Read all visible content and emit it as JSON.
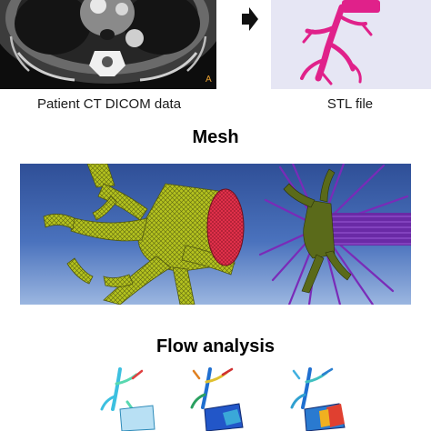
{
  "top_row": {
    "ct_caption": "Patient CT DICOM data",
    "ct_corner_letter": "A",
    "stl_caption": "STL file"
  },
  "sections": {
    "mesh_title": "Mesh",
    "flow_title": "Flow analysis"
  },
  "colors": {
    "stl_model": "#e0218a",
    "stl_background": "#e6e6f4",
    "mesh_green": "#b4c21f",
    "mesh_inlet": "#e0304a",
    "mesh_background": "#3b5fa8",
    "probe_lines": "#7a2bb8",
    "arrow": "#111111"
  },
  "icons": {
    "arrow": "right-arrow-icon"
  }
}
